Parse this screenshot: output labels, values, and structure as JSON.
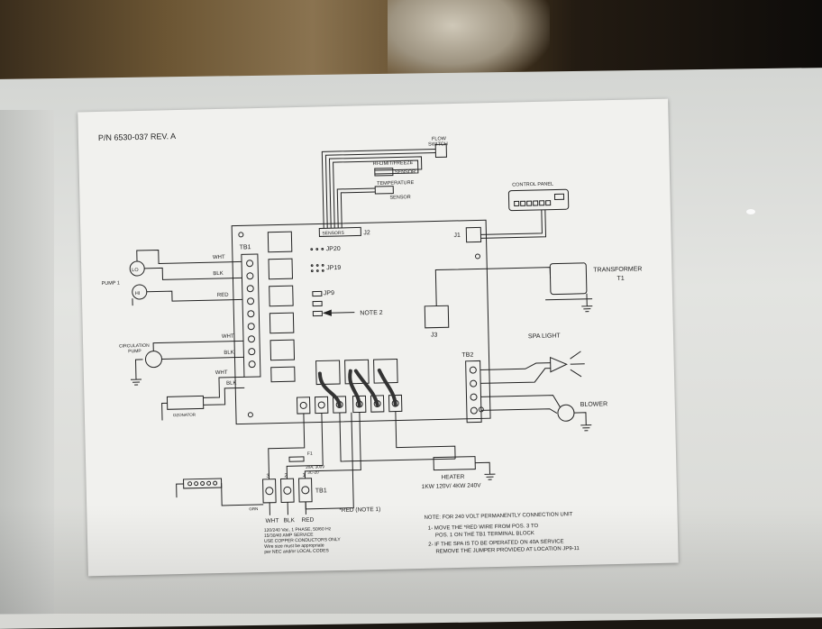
{
  "diagram": {
    "part_number": "P/N 6530-037  REV. A",
    "sensors": {
      "flow_switch_1": "FLOW",
      "flow_switch_2": "SWITCH",
      "hilimit_1": "HI-LIMIT/FREEZE",
      "hilimit_2": "SENSOR",
      "temp_1": "TEMPERATURE",
      "temp_2": "SENSOR",
      "connector": "SENSORS",
      "connector_ref": "J2"
    },
    "control_panel": "CONTROL PANEL",
    "j1": "J1",
    "j3": "J3",
    "transformer_1": "TRANSFORMER",
    "transformer_2": "T1",
    "jumpers": {
      "jp20": "JP20",
      "jp19": "JP19",
      "jp9": "JP9"
    },
    "note2": "NOTE 2",
    "tb1": "TB1",
    "tb1_bottom": "TB1",
    "tb2": "TB2",
    "pump1": {
      "label": "PUMP 1",
      "lo": "LO",
      "hi": "HI",
      "wire_wht": "WHT",
      "wire_blk": "BLK",
      "wire_red": "RED"
    },
    "circ_pump": {
      "label_1": "CIRCULATION",
      "label_2": "PUMP",
      "wire_wht": "WHT",
      "wire_blk": "BLK"
    },
    "ozonator": {
      "label": "OZONATOR",
      "wire_wht": "WHT",
      "wire_blk": "BLK"
    },
    "spa_light": "SPA LIGHT",
    "blower": "BLOWER",
    "fuse": {
      "ref": "F1",
      "rating_1": "20A, 300V",
      "rating_2": "3C-20"
    },
    "heater": {
      "label": "HEATER",
      "rating": "1KW 120V/ 4KW 240V"
    },
    "terminals": {
      "t3": "3",
      "t2": "2",
      "t1": "1"
    },
    "grn": "GRN",
    "service_wires": {
      "wht": "WHT",
      "blk": "BLK",
      "red": "RED",
      "red_note": "*RED (NOTE 1)"
    },
    "service_text": [
      "120/240 Vac, 1 PHASE, 50/60 Hz",
      "15/30/40 AMP SERVICE",
      "USE COPPER CONDUCTORS ONLY",
      "Wire size must be appropriate",
      "per NEC and/or LOCAL CODES"
    ],
    "notes": [
      "NOTE: FOR 240 VOLT PERMANENTLY CONNECTION UNIT",
      "1- MOVE THE *RED WIRE FROM POS. 3 TO",
      "POS. 1 ON THE TB1 TERMINAL BLOCK",
      "2- IF THE SPA IS TO BE OPERATED ON 40A  SERVICE",
      "REMOVE THE JUMPER PROVIDED AT LOCATION JP9-11"
    ]
  }
}
